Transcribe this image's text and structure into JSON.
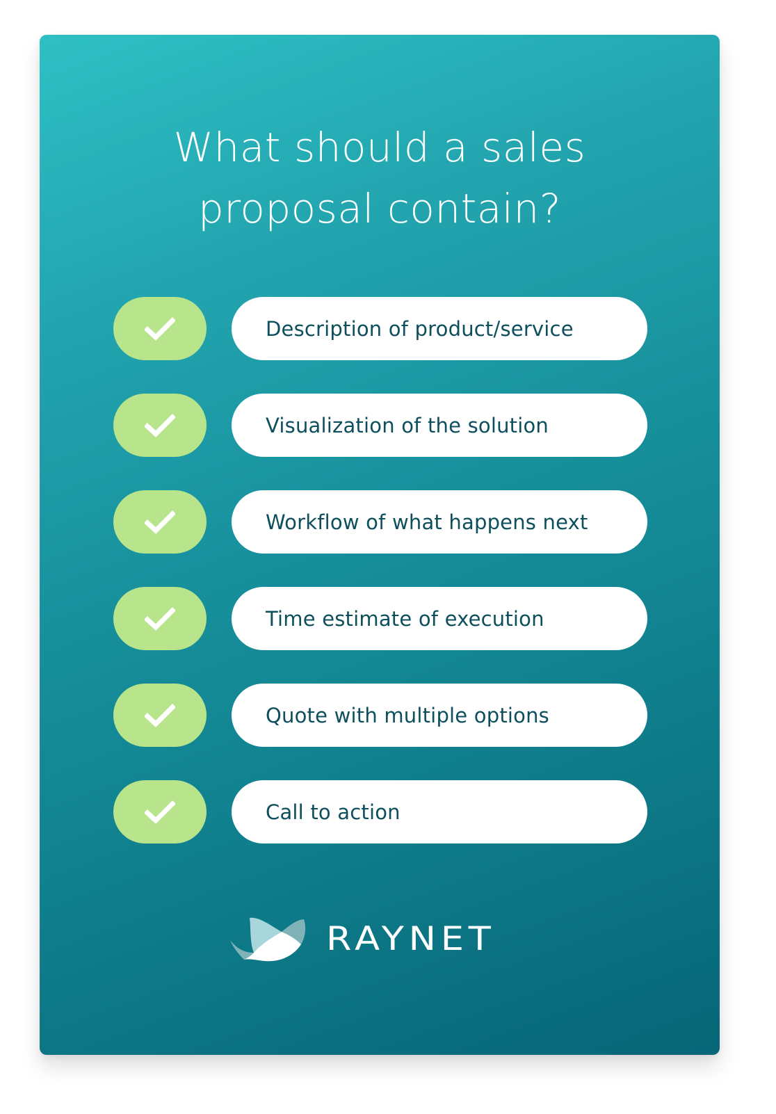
{
  "title": {
    "line1": "What should a sales",
    "line2": "proposal contain?"
  },
  "checklist": [
    {
      "icon": "checkmark-icon",
      "label": "Description of product/service"
    },
    {
      "icon": "checkmark-icon",
      "label": "Visualization of the solution"
    },
    {
      "icon": "checkmark-icon",
      "label": "Workflow of what happens next"
    },
    {
      "icon": "checkmark-icon",
      "label": "Time estimate of execution"
    },
    {
      "icon": "checkmark-icon",
      "label": "Quote with multiple options"
    },
    {
      "icon": "checkmark-icon",
      "label": "Call to action"
    }
  ],
  "brand": {
    "name": "RAYNET",
    "logo_icon": "raynet-stingray-logo-icon"
  },
  "colors": {
    "gradient_top": "#2ec0c4",
    "gradient_bottom": "#076677",
    "check_pill": "#b8e48c",
    "item_pill": "#ffffff",
    "item_text": "#0d4f5c",
    "title_text": "#ffffff"
  }
}
